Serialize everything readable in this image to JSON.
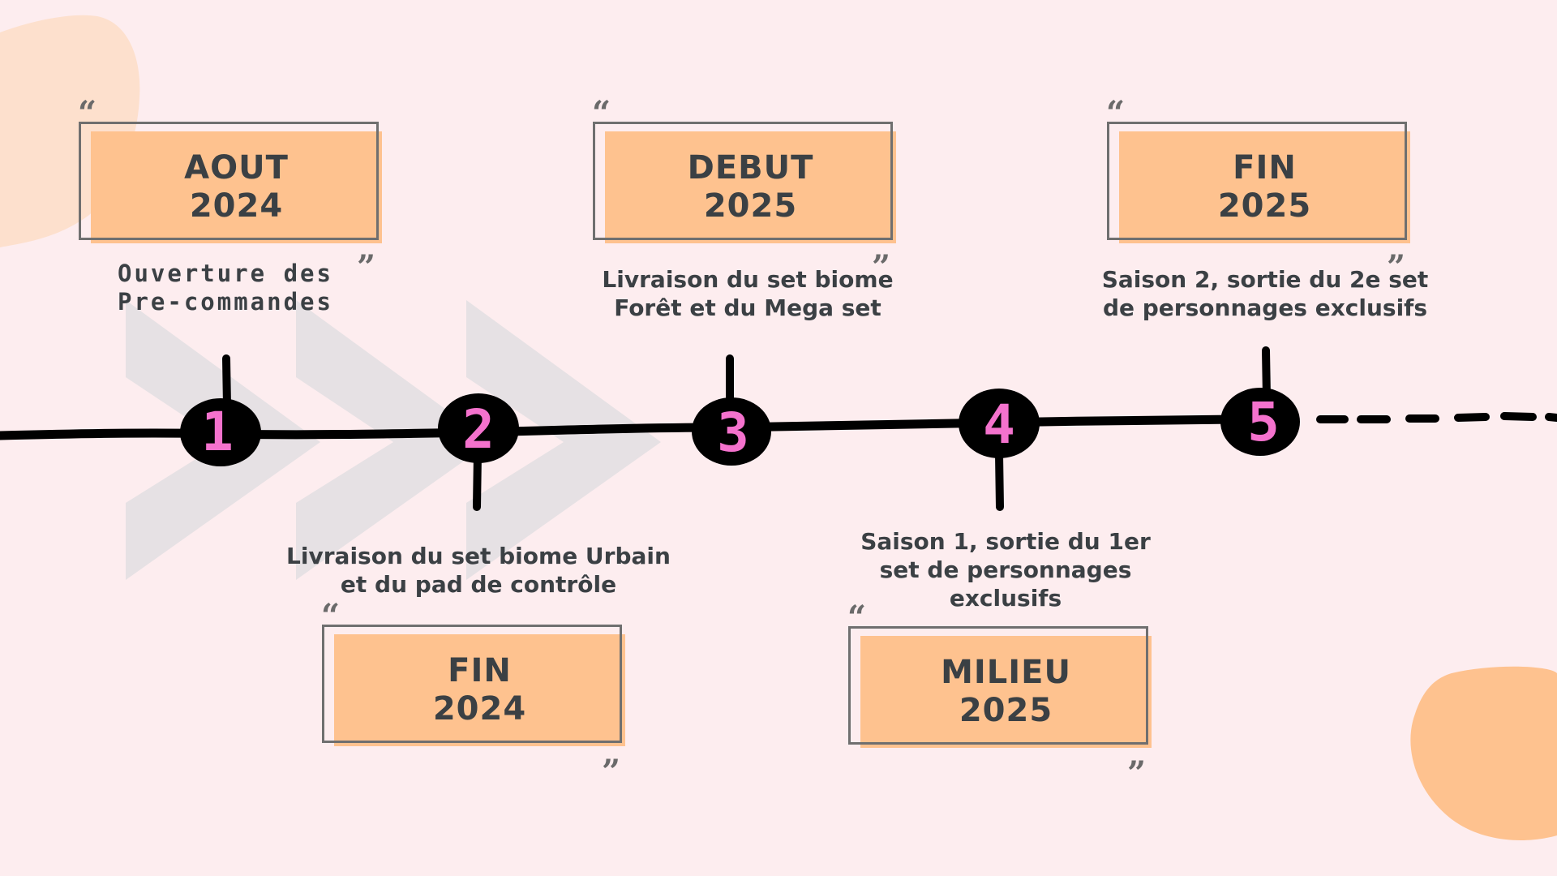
{
  "colors": {
    "background": "#fdedef",
    "box_fill": "#fec28f",
    "box_frame": "#6f6f6f",
    "text": "#3b4044",
    "node": "#000000",
    "node_number": "#f472cd",
    "blob_top_left": "#fde0cd",
    "blob_bottom_right": "#fec28f",
    "chevron": "#e6e1e4"
  },
  "milestones": [
    {
      "number": "1",
      "date_line1": "AOUT",
      "date_line2": "2024",
      "description": [
        "Ouverture des",
        "Pre-commandes"
      ]
    },
    {
      "number": "2",
      "date_line1": "FIN",
      "date_line2": "2024",
      "description": [
        "Livraison du set biome Urbain",
        "et du pad de contrôle"
      ]
    },
    {
      "number": "3",
      "date_line1": "DEBUT",
      "date_line2": "2025",
      "description": [
        "Livraison du set biome",
        "Forêt et du Mega set"
      ]
    },
    {
      "number": "4",
      "date_line1": "MILIEU",
      "date_line2": "2025",
      "description": [
        "Saison 1, sortie du 1er",
        "set de personnages",
        "exclusifs"
      ]
    },
    {
      "number": "5",
      "date_line1": "FIN",
      "date_line2": "2025",
      "description": [
        "Saison 2, sortie du 2e set",
        "de personnages exclusifs"
      ]
    }
  ],
  "quote_marks": {
    "open": "“",
    "close": "”"
  }
}
